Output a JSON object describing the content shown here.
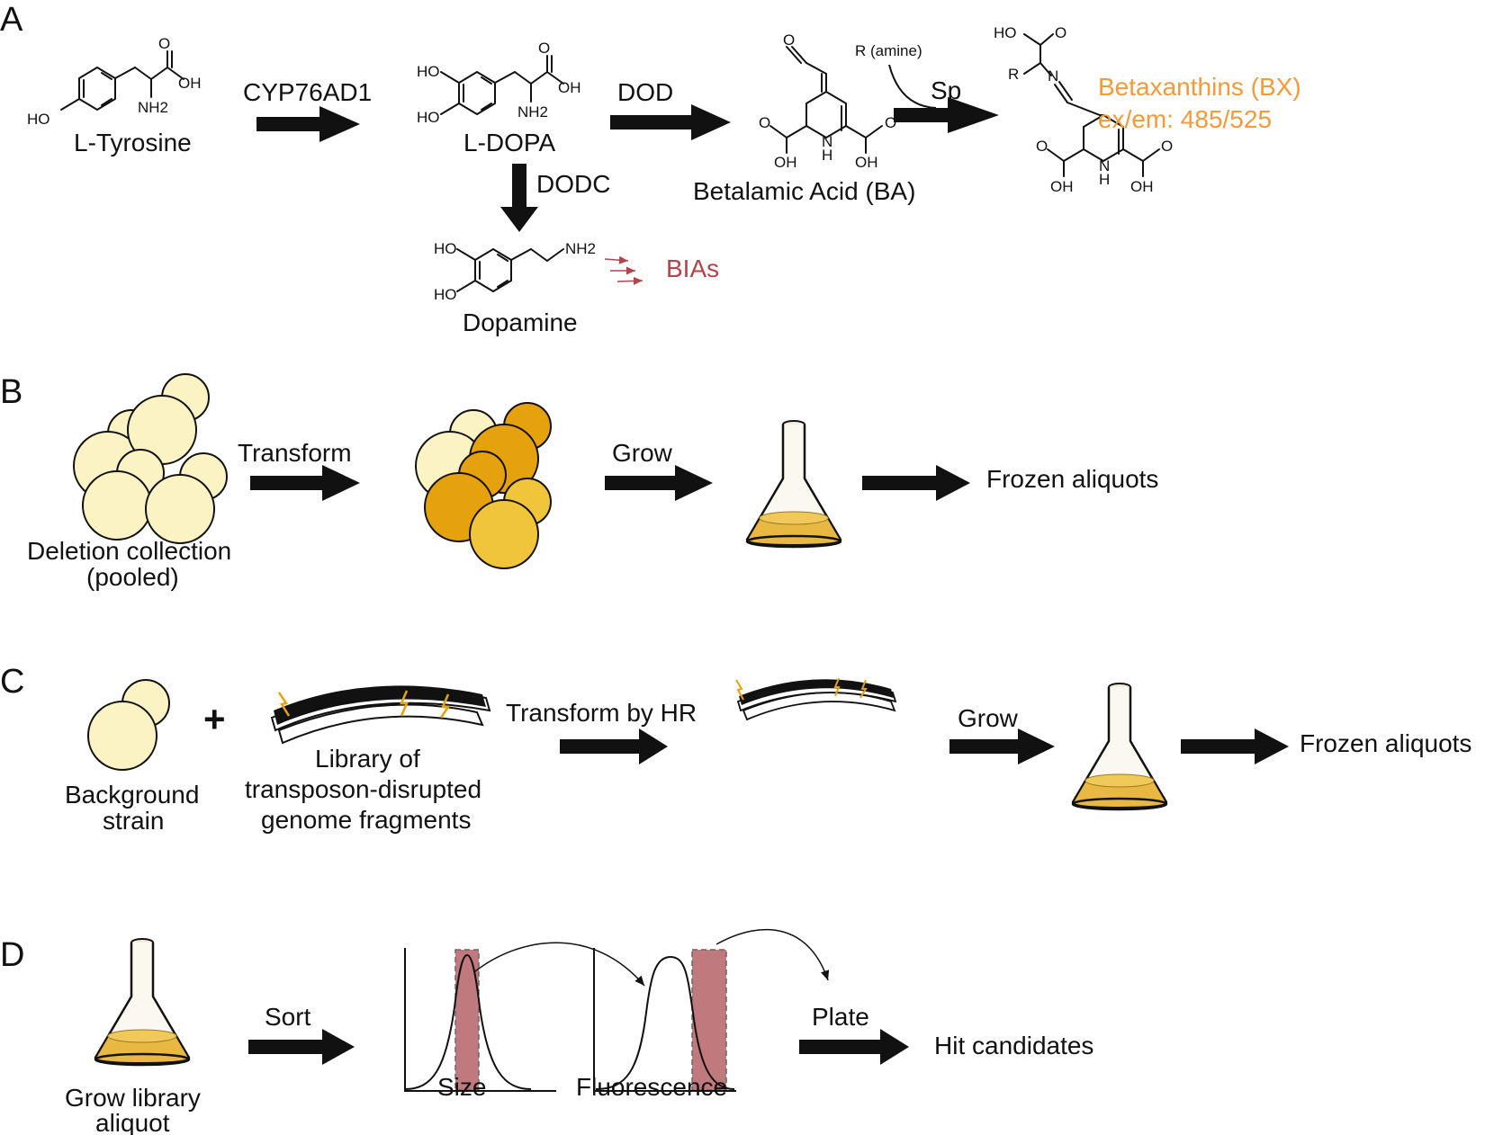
{
  "colors": {
    "yeast_light": "#fbf3c4",
    "yeast_dark": "#e5a20c",
    "yeast_mid": "#f0c53a",
    "medium": "#e8b53a",
    "bias_red": "#b2454a",
    "bx_orange": "#f39a3a",
    "gate": "#c07a7e"
  },
  "panels": {
    "a": {
      "letter": "A",
      "tyrosine": {
        "name": "L-Tyrosine",
        "oh": "OH",
        "o": "O",
        "ho": "HO",
        "nh2": "NH2"
      },
      "enzyme1": "CYP76AD1",
      "ldopa": {
        "name": "L-DOPA",
        "ho1": "HO",
        "ho2": "HO",
        "o": "O",
        "oh": "OH",
        "nh2": "NH2"
      },
      "enzyme2": "DOD",
      "enzyme3": "DODC",
      "ba": {
        "name": "Betalamic Acid (BA)",
        "o": "O",
        "oh1": "OH",
        "oh2": "OH",
        "nh": "N",
        "h": "H"
      },
      "amine": "R (amine)",
      "sp": "Sp",
      "bx": {
        "name": "Betaxanthins (BX)",
        "exem": "ex/em: 485/525",
        "ho": "HO",
        "o": "O",
        "r": "R",
        "n": "N",
        "oh1": "OH",
        "oh2": "OH",
        "h": "H"
      },
      "dopamine": {
        "name": "Dopamine",
        "ho1": "HO",
        "ho2": "HO",
        "nh2": "NH2"
      },
      "bias": "BIAs"
    },
    "b": {
      "letter": "B",
      "source": "Deletion collection",
      "source_sub": "(pooled)",
      "step1": "Transform",
      "step2": "Grow",
      "result": "Frozen aliquots"
    },
    "c": {
      "letter": "C",
      "source": "Background",
      "source_sub": "strain",
      "plus": "+",
      "lib1": "Library of",
      "lib2": "transposon-disrupted",
      "lib3": "genome fragments",
      "step1": "Transform by HR",
      "step2": "Grow",
      "result": "Frozen aliquots"
    },
    "d": {
      "letter": "D",
      "source": "Grow library",
      "source_sub": "aliquot",
      "step1": "Sort",
      "hist1": "Size",
      "hist2": "Fluorescence",
      "step2": "Plate",
      "result": "Hit candidates"
    }
  }
}
